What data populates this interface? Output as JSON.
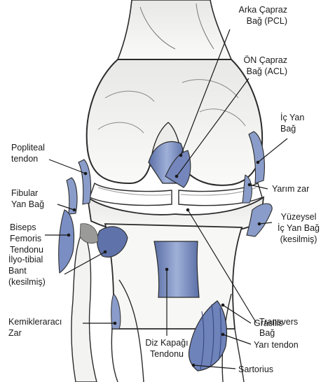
{
  "labels": {
    "pcl": "Arka Çapraz\nBağ (PCL)",
    "acl": "ÖN Çapraz\nBağ (ACL)",
    "ic_yan_bag": "İç Yan\nBağ",
    "popliteal": "Popliteal\ntendon",
    "yarim_zar": "Yarım zar",
    "fibular": "Fibular\nYan Bağ",
    "biseps": "Biseps\nFemoris\nTendonu",
    "yuzeysel": "Yüzeysel\nİç Yan Bağ\n(kesilmiş)",
    "ilyo_tibial": "İlyo-tibial\nBant\n(kesilmiş)",
    "transvers": "Transvers\nBağ",
    "kemik_zar": "Kemikleraraсı\nZar",
    "grasilis": "Grasilis",
    "yari_tendon": "Yarı tendon",
    "diz_kapagi": "Diz Kapağı\nTendonu",
    "sartorius": "Sartorius"
  },
  "colors": {
    "ligament": "#8a9cc9",
    "ligament_dark": "#5b6fa6",
    "bone": "#f4f4f2",
    "outline": "#2b2b2b"
  }
}
